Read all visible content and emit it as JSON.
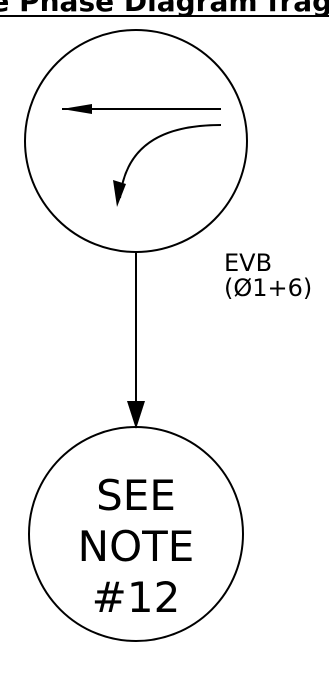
{
  "header": {
    "title_fragment": "Phase Phase Diagram fragment"
  },
  "transition": {
    "line1": "EVB",
    "line2": "(Ø1+6)"
  },
  "note_circle": {
    "line1": "SEE",
    "line2": "NOTE",
    "line3": "#12"
  },
  "colors": {
    "ink": "#000000",
    "background": "#ffffff"
  }
}
